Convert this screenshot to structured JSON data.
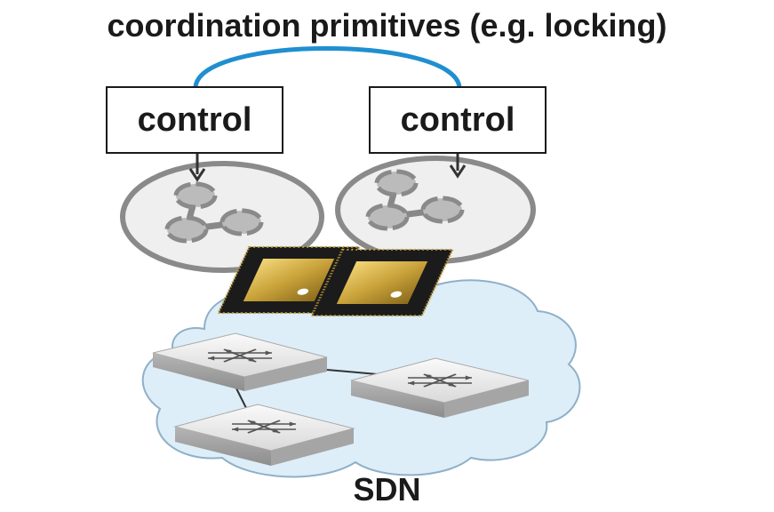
{
  "title": "coordination primitives (e.g. locking)",
  "controllers": [
    {
      "label": "control"
    },
    {
      "label": "control"
    }
  ],
  "bottom_label": "SDN",
  "colors": {
    "coordination_arc": "#1f8fd0",
    "cloud_fill": "#ddeef8",
    "cloud_stroke": "#7aa3c0",
    "ellipse_fill": "#efefef",
    "ellipse_stroke": "#8a8a8a",
    "chip_gold": "#c9a23a",
    "chip_dark": "#1b1b1b"
  },
  "icons": [
    "process-graph-icon",
    "cpu-chip-icon",
    "network-switch-icon"
  ]
}
